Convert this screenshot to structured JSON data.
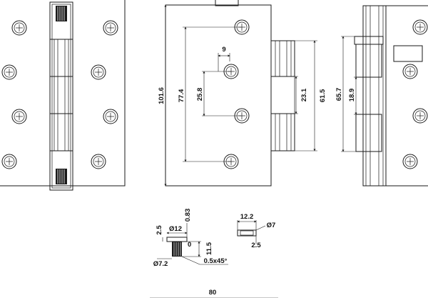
{
  "dimensions": {
    "width_9": "9",
    "height_101_6": "101.6",
    "height_77_4": "77.4",
    "height_25_8": "25.8",
    "knuckle_23_1": "23.1",
    "knuckle_61_5": "61.5",
    "side_65_7": "65.7",
    "side_18_9": "18.9",
    "pin_0_83": "0.83",
    "pin_2_5": "2.5",
    "pin_dia_12": "Ø12",
    "pin_11_5": "11.5",
    "pin_0": "0",
    "pin_dia_7_2": "Ø7.2",
    "pin_chamfer": "0.5x45°",
    "washer_12_2": "12.2",
    "washer_dia_7": "Ø7",
    "washer_2_5": "2.5",
    "bottom_80": "80"
  },
  "colors": {
    "line": "#1a1a1a",
    "background": "#ffffff"
  }
}
